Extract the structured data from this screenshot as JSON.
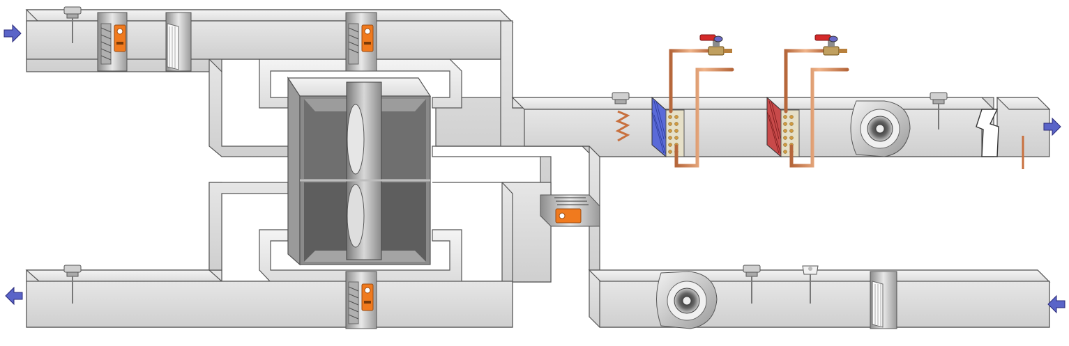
{
  "diagram": {
    "type": "air-handling-unit-schematic",
    "flow_arrows": [
      {
        "id": "outdoor-air-inlet",
        "direction": "right"
      },
      {
        "id": "supply-air-outlet",
        "direction": "right"
      },
      {
        "id": "exhaust-air-outlet",
        "direction": "left"
      },
      {
        "id": "return-air-inlet",
        "direction": "left"
      }
    ],
    "components": [
      "intake-damper",
      "outdoor-air-filter",
      "bypass-damper",
      "rotary-heat-exchanger",
      "recirculation-damper",
      "frost-protection-sensor",
      "heating-coil",
      "cooling-coil",
      "supply-fan",
      "supply-air-sensor",
      "exhaust-fan",
      "return-air-sensor",
      "humidity-sensor",
      "return-air-filter",
      "exhaust-damper"
    ],
    "colors": {
      "duct_face": "#d9d9d9",
      "duct_edge": "#555555",
      "flow_arrow": "#5a64c8",
      "actuator": "#f07a1e",
      "copper_pipe": "#d08a5a",
      "valve_handle": "#d42a2a",
      "heating_fins": "#c84a4a",
      "cooling_fins": "#5a6ad8"
    }
  }
}
